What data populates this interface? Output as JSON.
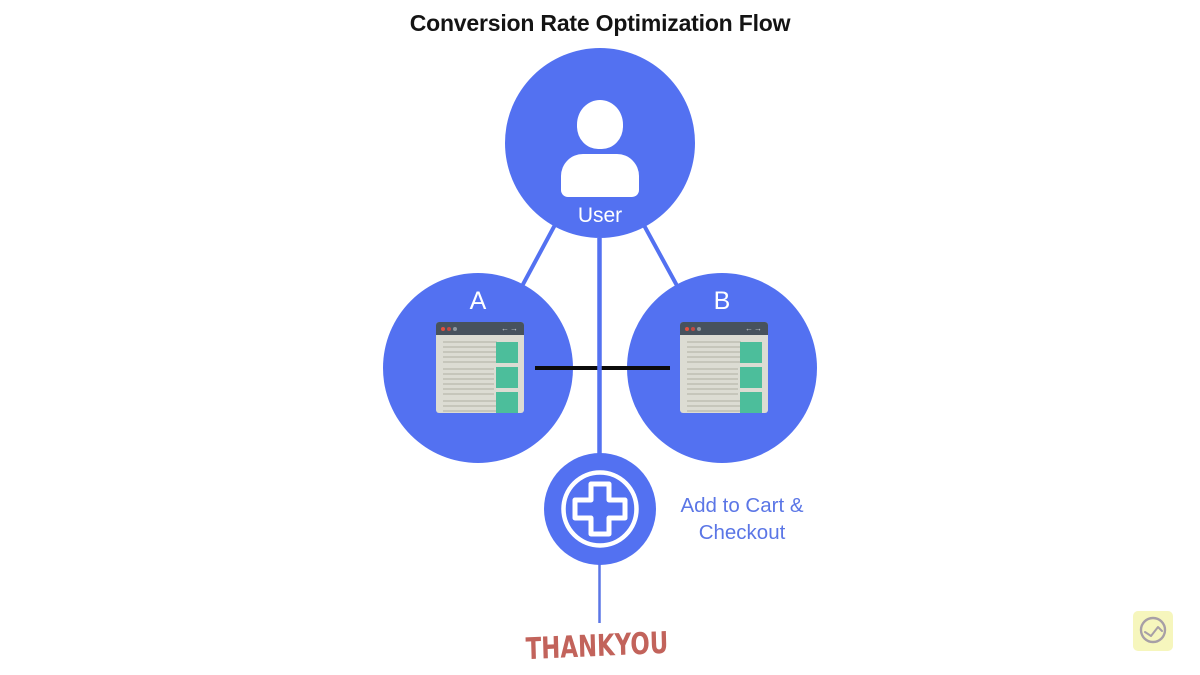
{
  "title": "Conversion Rate Optimization Flow",
  "nodes": {
    "user": {
      "label": "User",
      "icon": "user-icon"
    },
    "variant_a": {
      "label": "A",
      "icon": "browser-window-icon"
    },
    "variant_b": {
      "label": "B",
      "icon": "browser-window-icon"
    },
    "add_to_cart": {
      "lines": [
        "Add to Cart &",
        "Checkout"
      ],
      "icon": "plus-circle-icon"
    },
    "thankyou": {
      "label": "THANKYOU"
    }
  },
  "icons": {
    "browser_nav_back": "←",
    "browser_nav_forward": "→"
  },
  "colors": {
    "node_blue": "#5371F1",
    "ab_link_black": "#0C0C0C",
    "add_label_blue": "#5B76E6",
    "thankyou_red": "#C2635B",
    "browser_titlebar": "#47525D",
    "browser_body": "#DCDCD3",
    "browser_green": "#4CBE9B",
    "logo_bg": "#F6F6BD",
    "logo_stroke": "#A79FA6"
  }
}
